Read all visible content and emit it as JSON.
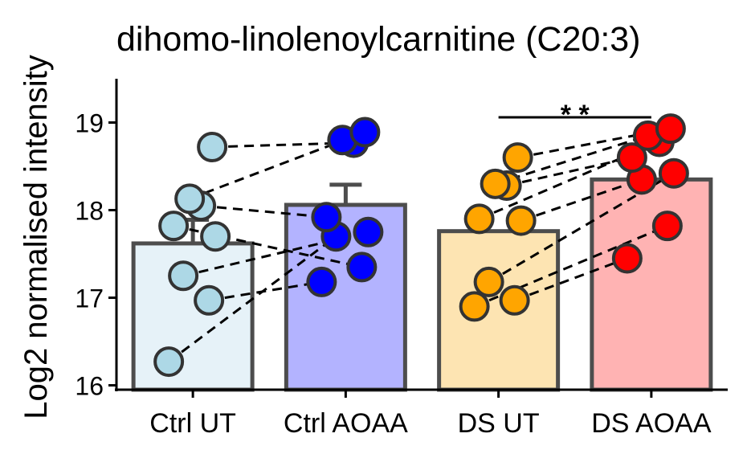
{
  "chart_data": {
    "type": "bar",
    "title": "dihomo-linolenoylcarnitine (C20:3)",
    "xlabel": "",
    "ylabel": "Log2 normalised intensity",
    "ylim": [
      15.95,
      19.5
    ],
    "yticks": [
      16,
      17,
      18,
      19
    ],
    "grid": false,
    "legend": "none",
    "categories": [
      "Ctrl UT",
      "Ctrl AOAA",
      "DS UT",
      "DS AOAA"
    ],
    "bar_values": [
      17.62,
      18.06,
      17.76,
      18.35
    ],
    "error_upper": [
      17.89,
      18.29,
      null,
      null
    ],
    "bar_fill": [
      "#e6f2f8",
      "#b3b3ff",
      "#fde4b2",
      "#ffb3b3"
    ],
    "point_fill": [
      "#add8e6",
      "#0000ff",
      "#ffa500",
      "#ff0000"
    ],
    "points": [
      [
        16.27,
        16.97,
        17.25,
        17.7,
        17.82,
        18.05,
        18.13,
        18.72
      ],
      [
        17.18,
        17.35,
        17.7,
        17.75,
        17.92,
        18.77,
        18.8,
        18.89
      ],
      [
        16.9,
        16.97,
        17.18,
        17.88,
        17.9,
        18.28,
        18.3,
        18.6
      ],
      [
        17.45,
        17.82,
        18.35,
        18.42,
        18.6,
        18.78,
        18.85,
        18.93
      ]
    ],
    "pairs": [
      [
        [
          17.7,
          17.82
        ],
        [
          16.27,
          17.7
        ],
        [
          16.97,
          17.18
        ],
        [
          18.72,
          18.77
        ],
        [
          18.13,
          18.89
        ],
        [
          17.82,
          17.35
        ],
        [
          18.05,
          17.92
        ],
        [
          17.25,
          17.75
        ]
      ],
      [
        [
          16.9,
          17.82
        ],
        [
          16.97,
          17.45
        ],
        [
          17.18,
          18.42
        ],
        [
          17.88,
          18.35
        ],
        [
          18.6,
          18.93
        ],
        [
          18.28,
          18.6
        ],
        [
          18.3,
          18.85
        ],
        [
          17.9,
          18.78
        ]
      ]
    ],
    "significance": {
      "between": [
        2,
        3
      ],
      "y": 19.06,
      "label": "* *"
    }
  }
}
